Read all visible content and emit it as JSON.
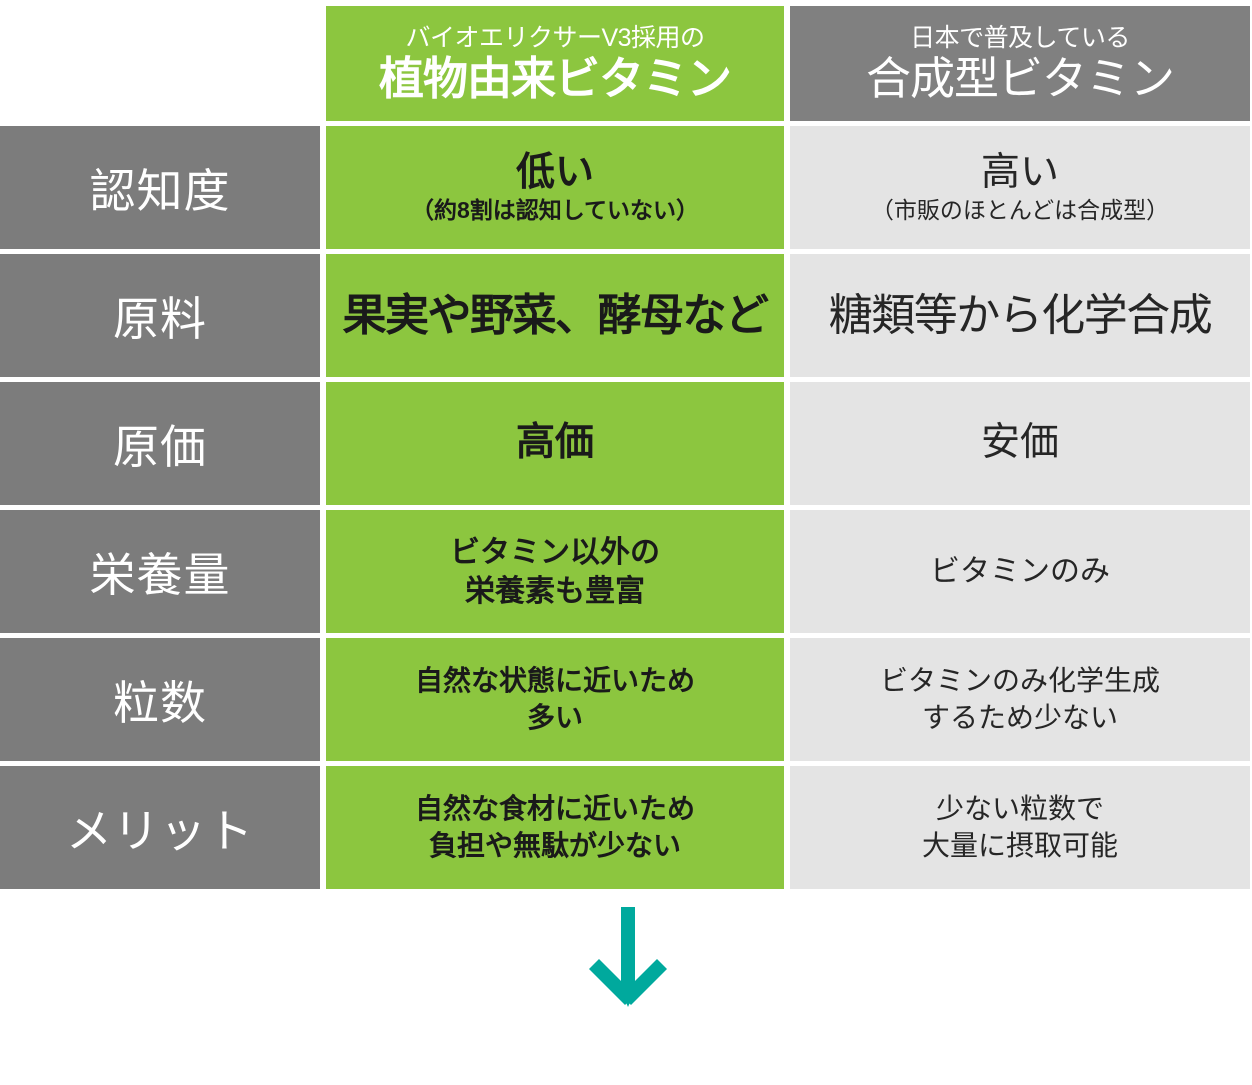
{
  "table": {
    "columns": [
      {
        "id": "label",
        "header_small": "",
        "header_large": ""
      },
      {
        "id": "plant",
        "header_small": "バイオエリクサーV3採用の",
        "header_large": "植物由来ビタミン",
        "color": "#8CC63F"
      },
      {
        "id": "synthetic",
        "header_small": "日本で普及している",
        "header_large": "合成型ビタミン",
        "color": "#808080"
      }
    ],
    "rows": [
      {
        "label": "認知度",
        "plant": {
          "main": "低い",
          "sub": "（約8割は認知していない）"
        },
        "synthetic": {
          "main": "高い",
          "sub": "（市販のほとんどは合成型）"
        }
      },
      {
        "label": "原料",
        "plant": {
          "main": "果実や野菜、酵母など",
          "sub": ""
        },
        "synthetic": {
          "main": "糖類等から化学合成",
          "sub": ""
        }
      },
      {
        "label": "原価",
        "plant": {
          "main": "高価",
          "sub": ""
        },
        "synthetic": {
          "main": "安価",
          "sub": ""
        }
      },
      {
        "label": "栄養量",
        "plant": {
          "main": "ビタミン以外の\n栄養素も豊富",
          "sub": ""
        },
        "synthetic": {
          "main": "ビタミンのみ",
          "sub": ""
        }
      },
      {
        "label": "粒数",
        "plant": {
          "main": "自然な状態に近いため\n多い",
          "sub": ""
        },
        "synthetic": {
          "main": "ビタミンのみ化学生成\nするため少ない",
          "sub": ""
        }
      },
      {
        "label": "メリット",
        "plant": {
          "main": "自然な食材に近いため\n負担や無駄が少ない",
          "sub": ""
        },
        "synthetic": {
          "main": "少ない粒数で\n大量に摂取可能",
          "sub": ""
        }
      }
    ]
  },
  "arrow": {
    "name": "down-arrow-icon",
    "color": "#00A99D"
  },
  "colors": {
    "accent_green": "#8CC63F",
    "label_gray": "#7C7C7C",
    "header_gray": "#808080",
    "cell_light": "#E4E4E4",
    "arrow_teal": "#00A99D",
    "text_dark": "#1a1a1a",
    "text_white": "#ffffff"
  }
}
